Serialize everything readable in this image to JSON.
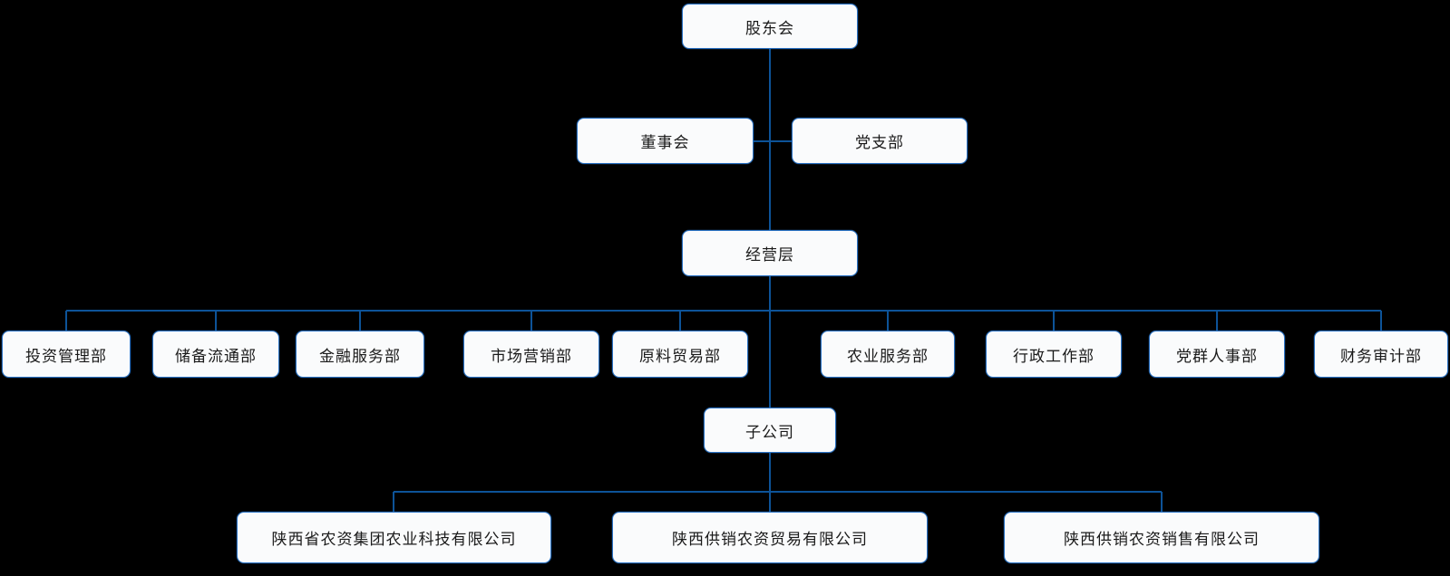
{
  "diagram": {
    "type": "org-chart",
    "colors": {
      "background": "#000000",
      "node_fill": "#fafbfc",
      "node_border": "#2a72c4",
      "connector_line": "#0d5398",
      "text": "#1a1a1a"
    },
    "nodes": {
      "shareholders": {
        "label": "股东会"
      },
      "board": {
        "label": "董事会"
      },
      "party_branch": {
        "label": "党支部"
      },
      "management": {
        "label": "经营层"
      },
      "departments": [
        {
          "label": "投资管理部"
        },
        {
          "label": "储备流通部"
        },
        {
          "label": "金融服务部"
        },
        {
          "label": "市场营销部"
        },
        {
          "label": "原料贸易部"
        },
        {
          "label": "农业服务部"
        },
        {
          "label": "行政工作部"
        },
        {
          "label": "党群人事部"
        },
        {
          "label": "财务审计部"
        }
      ],
      "subsidiary": {
        "label": "子公司"
      },
      "companies": [
        {
          "label": "陕西省农资集团农业科技有限公司"
        },
        {
          "label": "陕西供销农资贸易有限公司"
        },
        {
          "label": "陕西供销农资销售有限公司"
        }
      ]
    }
  }
}
